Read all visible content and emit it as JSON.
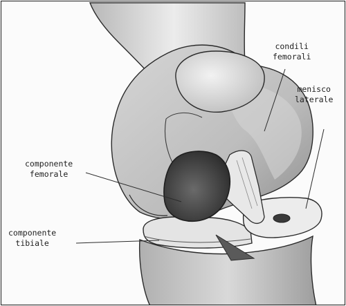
{
  "labels": {
    "femoral_condyles": [
      "condili",
      "femorali"
    ],
    "lateral_meniscus": [
      "menisco",
      "laterale"
    ],
    "femoral_component": [
      "componente",
      "femorale"
    ],
    "tibial_component": [
      "componente",
      "tibiale"
    ]
  },
  "colors": {
    "bone_light": "#e6e6e6",
    "bone_mid": "#c8c8c8",
    "bone_dark": "#9a9a9a",
    "implant_dark": "#3f3f3f",
    "outline": "#2a2a2a"
  }
}
